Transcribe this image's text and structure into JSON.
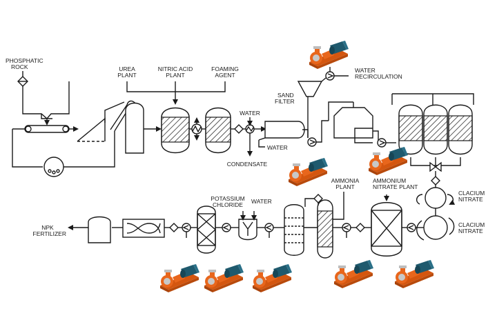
{
  "labels": {
    "phosphatic_rock": [
      "PHOSPHATIC",
      "ROCK"
    ],
    "urea_plant": [
      "UREA",
      "PLANT"
    ],
    "nitric_acid_plant": [
      "NITRIC ACID",
      "PLANT"
    ],
    "foaming_agent": [
      "FOAMING",
      "AGENT"
    ],
    "water_1": "WATER",
    "water_2": "WATER",
    "condensate": "CONDENSATE",
    "sand_filter": [
      "SAND",
      "FILTER"
    ],
    "water_recirculation": [
      "WATER",
      "RECIRCULATION"
    ],
    "ammonia_plant": [
      "AMMONIA",
      "PLANT"
    ],
    "ammonium_nitrate_plant": [
      "AMMONIUM",
      "NITRATE PLANT"
    ],
    "calcium_nitrate_1": [
      "CLACIUM",
      "NITRATE"
    ],
    "calcium_nitrate_2": [
      "CLACIUM",
      "NITRATE"
    ],
    "potassium_chloride": [
      "POTASSIUM",
      "CHLORIDE"
    ],
    "water_3": "WATER",
    "npk_fertilizer": [
      "NPK",
      "FERTILIZER"
    ]
  },
  "colors": {
    "line": "#1a1a1a",
    "pump_body": "#e8661c",
    "pump_motor": "#1f5a6e",
    "pump_base": "#d4560f"
  },
  "icons": [
    "centrifugal-pump-icon"
  ]
}
